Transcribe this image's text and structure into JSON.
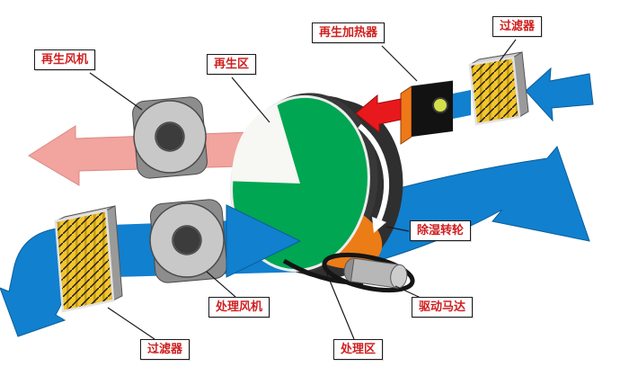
{
  "diagram": {
    "labels": {
      "regen_fan": "再生风机",
      "regen_zone": "再生区",
      "regen_heater": "再生加热器",
      "filter_top": "过滤器",
      "wheel": "除湿转轮",
      "drive_motor": "驱动马达",
      "process_zone": "处理区",
      "process_fan": "处理风机",
      "filter_bottom": "过滤器"
    },
    "colors": {
      "process_air_blue": "#1180cf",
      "hot_air_red": "#e8191c",
      "moist_exhaust_pink": "#f2a49e",
      "wheel_face_green": "#00a651",
      "heater_orange": "#ef7918",
      "filter_yellow": "#f2c52c",
      "label_text_red": "#cf1f1f"
    }
  }
}
